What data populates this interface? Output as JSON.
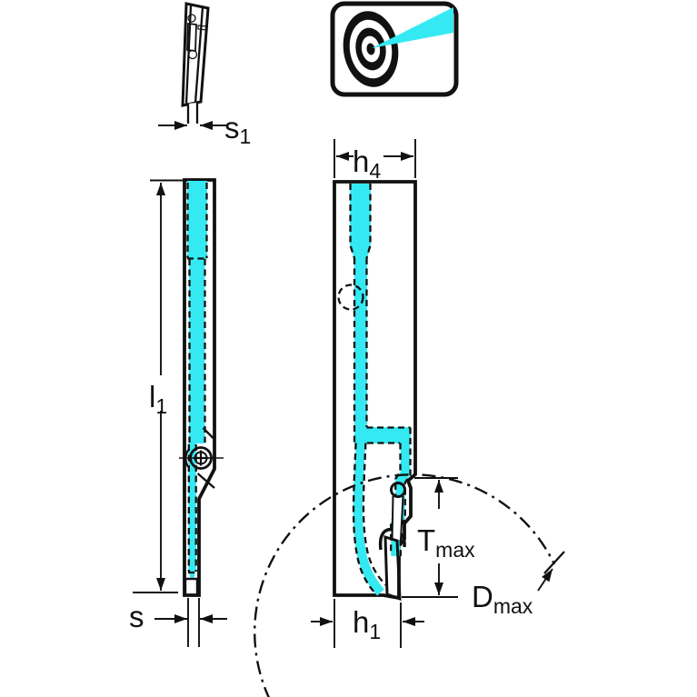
{
  "drawing": {
    "type": "technical-diagram",
    "subject": "grooving-parting-tool-holder, three orthographic views with coolant channels"
  },
  "colors": {
    "coolant_cyan": "#35E9F2",
    "insert_gold": "#F0C469",
    "body_gray": "#C9C9C9",
    "blade_gray": "#E2E2E2",
    "outline_black": "#111111",
    "white": "#FFFFFF"
  },
  "labels": {
    "s1": {
      "base": "s",
      "sub": "1"
    },
    "l1": {
      "base": "l",
      "sub": "1"
    },
    "s": {
      "base": "s",
      "sub": ""
    },
    "h4": {
      "base": "h",
      "sub": "4"
    },
    "h1": {
      "base": "h",
      "sub": "1"
    },
    "tmax": {
      "base": "T",
      "sub": "max"
    },
    "dmax": {
      "base": "D",
      "sub": "max"
    }
  },
  "icons": {
    "precision_coolant": "bullseye-target-with-coolant-jet"
  }
}
